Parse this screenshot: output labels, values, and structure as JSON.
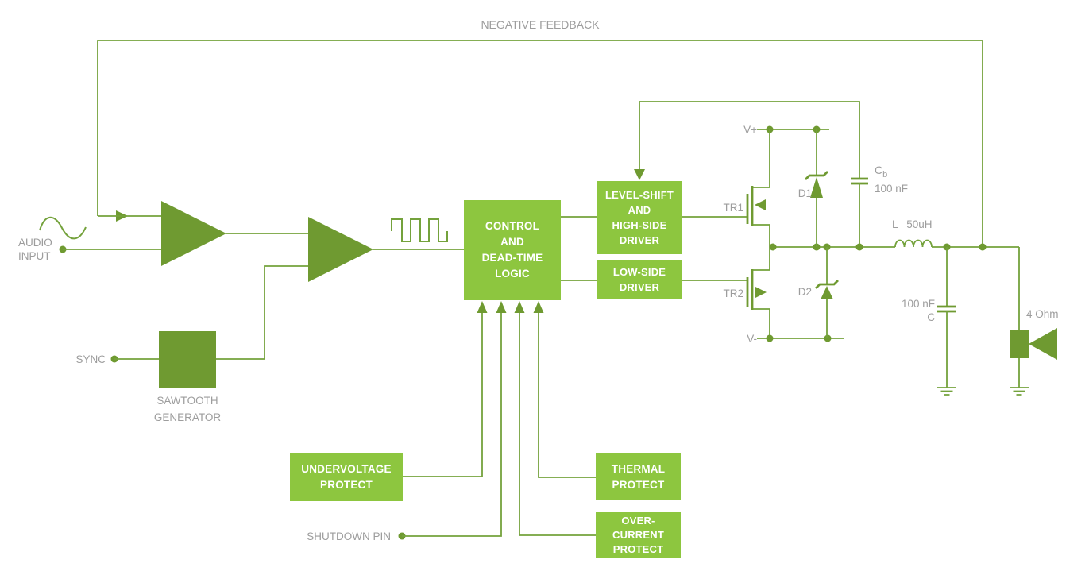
{
  "colors": {
    "wire": "#74a23c",
    "shape": "#6f9a31",
    "block_fill": "#8dc63f",
    "block_text": "#ffffff",
    "label_text": "#9d9d9d",
    "background": "#ffffff"
  },
  "labels": {
    "negative_feedback": "NEGATIVE FEEDBACK",
    "audio_input": "AUDIO\nINPUT",
    "sync": "SYNC",
    "sawtooth_generator": "SAWTOOTH\nGENERATOR",
    "shutdown_pin": "SHUTDOWN PIN",
    "tr1": "TR1",
    "tr2": "TR2",
    "d1": "D1",
    "d2": "D2",
    "v_plus": "V+",
    "v_minus": "V-",
    "cb_name": "C",
    "cb_sub": "b",
    "cb_value": "100 nF",
    "inductor": "L   50uH",
    "c_value": "100 nF",
    "c_name": "C",
    "speaker": "4 Ohm"
  },
  "blocks": {
    "control": "CONTROL\nAND\nDEAD-TIME\nLOGIC",
    "level_shift": "LEVEL-SHIFT\nAND\nHIGH-SIDE\nDRIVER",
    "low_side": "LOW-SIDE\nDRIVER",
    "undervoltage": "UNDERVOLTAGE\nPROTECT",
    "thermal": "THERMAL\nPROTECT",
    "overcurrent": "OVER-\nCURRENT\nPROTECT"
  }
}
